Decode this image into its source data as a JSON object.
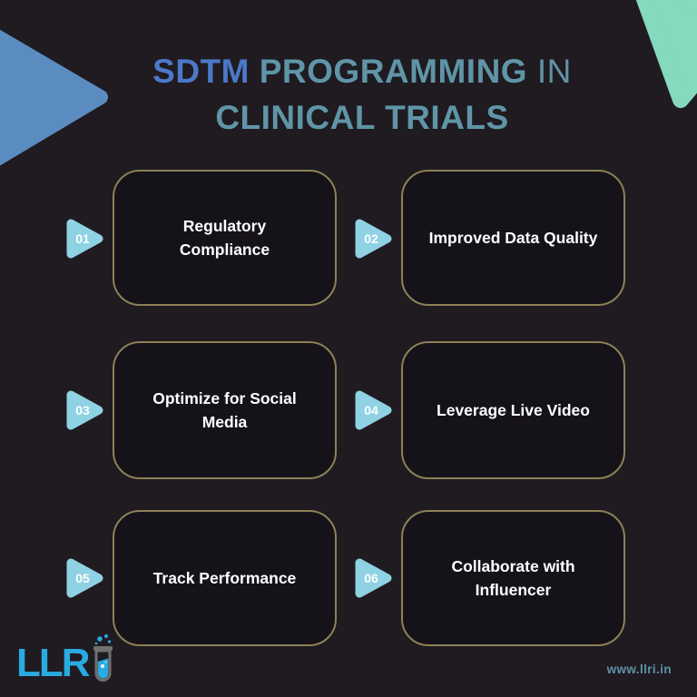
{
  "title": {
    "part1": "SDTM",
    "part2": "PROGRAMMING",
    "part3": "IN",
    "line2": "CLINICAL TRIALS"
  },
  "cards": [
    {
      "number": "01",
      "label": "Regulatory Compliance"
    },
    {
      "number": "02",
      "label": "Improved Data Quality"
    },
    {
      "number": "03",
      "label": "Optimize for Social Media"
    },
    {
      "number": "04",
      "label": "Leverage Live Video"
    },
    {
      "number": "05",
      "label": "Track Performance"
    },
    {
      "number": "06",
      "label": "Collaborate with Influencer"
    }
  ],
  "footer": {
    "logo_text": "LLR",
    "logo_icon": "test-tube-icon",
    "website": "www.llri.in"
  },
  "decorations": {
    "left_shape": "blue-triangle",
    "top_right_shape": "green-triangle"
  },
  "colors": {
    "background": "#1f1b21",
    "card_border_gold": "#8d8156",
    "card_fill": "#16121a",
    "badge_blue": "#8ed2e3",
    "triangle_blue": "#5b8cc1",
    "triangle_green": "#85d9bc",
    "title_blue": "#4c78c8",
    "title_teal": "#5f95a7",
    "logo_blue": "#29aae1",
    "url_teal": "#5e93a5",
    "card_text": "#ffffff"
  }
}
